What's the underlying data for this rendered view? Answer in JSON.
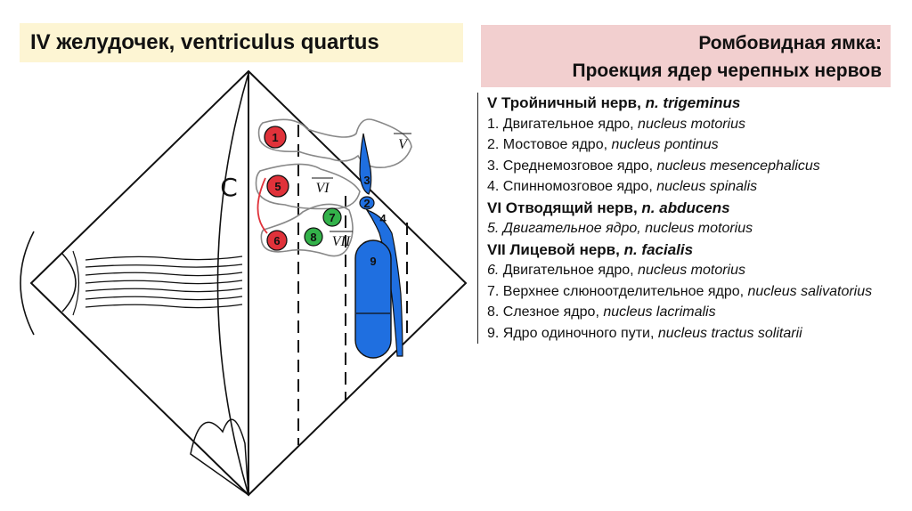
{
  "title": "IV желудочек, ventriculus quartus",
  "header": {
    "line1": "Ромбовидная ямка:",
    "line2": "Проекция ядер черепных нервов"
  },
  "legend": {
    "trigeminus": {
      "head": "V Тройничный нерв, ",
      "head_latin": "n. trigeminus",
      "items": [
        {
          "text": "1. Двигательное ядро, ",
          "latin": "nucleus motorius"
        },
        {
          "text": "2. Мостовое ядро, ",
          "latin": "nucleus pontinus"
        },
        {
          "text": "3. Среднемозговое ядро, ",
          "latin": "nucleus mesencephalicus"
        },
        {
          "text": "4. Спинномозговое ядро, ",
          "latin": "nucleus spinalis"
        }
      ]
    },
    "abducens": {
      "head": "VI Отводящий нерв, ",
      "head_latin": "n. abducens",
      "items": [
        {
          "text": "5. Двигательное ядро, nucleus motorius"
        }
      ]
    },
    "facialis": {
      "head": "VII Лицевой нерв, ",
      "head_latin": "n. facialis",
      "items": [
        {
          "num": "6.",
          "text": " Двигательное ядро, ",
          "latin": "nucleus motorius"
        },
        {
          "text": "7. Верхнее слюноотделительное ядро, ",
          "latin": "nucleus salivatorius"
        },
        {
          "text": "8. Слезное ядро, ",
          "latin": "nucleus lacrimalis"
        },
        {
          "text": "9. Ядро одиночного пути, ",
          "latin": "nucleus tractus solitarii"
        }
      ]
    }
  },
  "diagram": {
    "nuclei_labels": [
      "1",
      "2",
      "3",
      "4",
      "5",
      "6",
      "7",
      "8",
      "9"
    ],
    "nerve_labels": [
      "V",
      "VI",
      "VII"
    ],
    "side_letter": "C",
    "colors": {
      "motor": "#e0323a",
      "parasympathetic": "#33b24a",
      "sensory": "#1f6fe0",
      "outline": "#111111"
    }
  }
}
